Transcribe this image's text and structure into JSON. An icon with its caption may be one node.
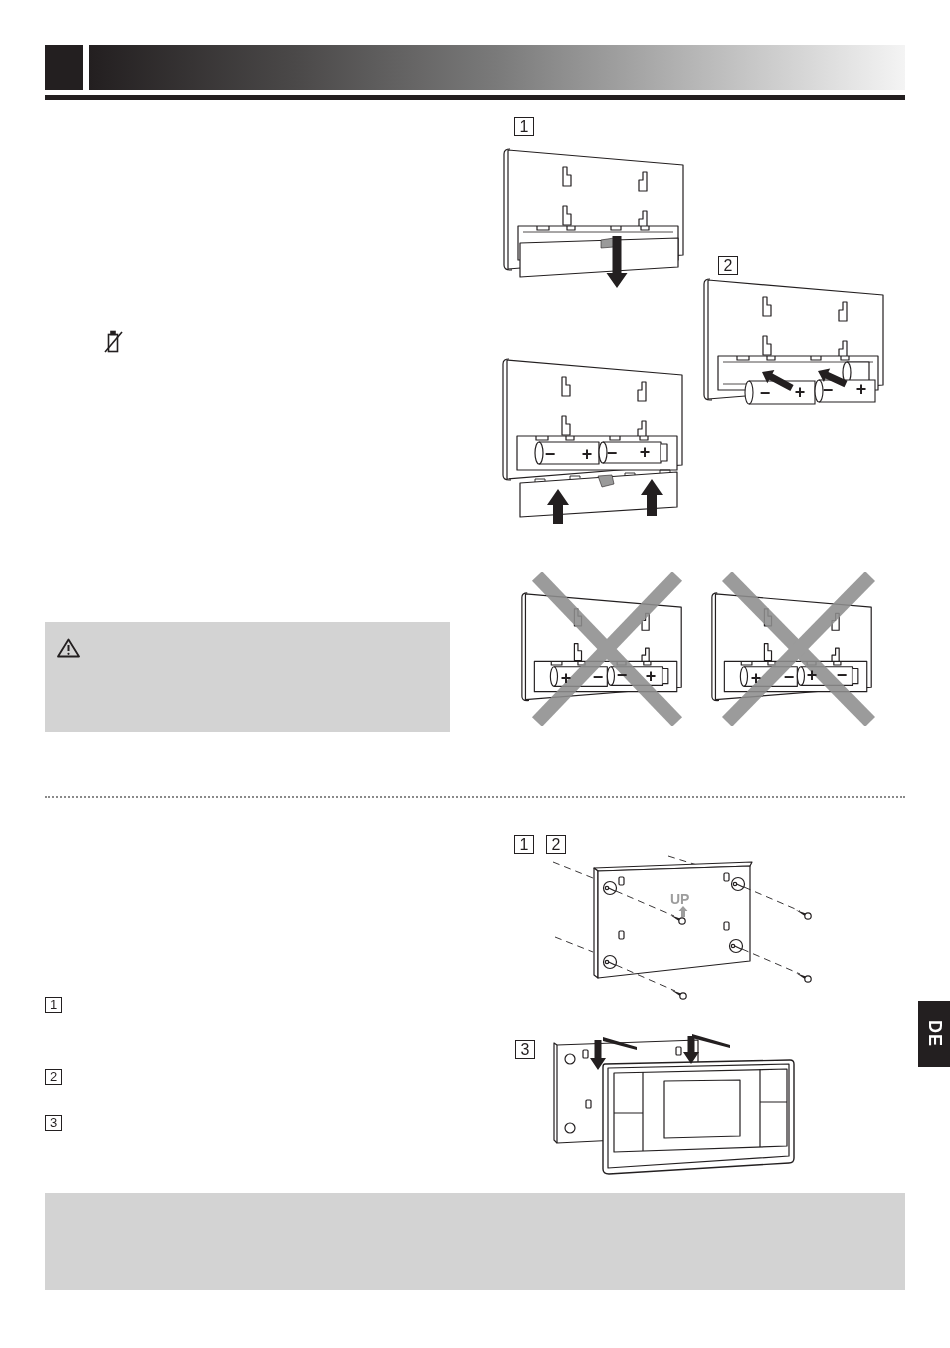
{
  "diagram": {
    "labels": [
      "1",
      "2",
      "−",
      "+",
      "−",
      "+",
      "−",
      "+",
      "−",
      "+",
      "+",
      "−",
      "−",
      "+",
      "+",
      "−",
      "+",
      "−",
      "1",
      "2",
      "3",
      "1",
      "2",
      "UP",
      "3",
      "DE"
    ]
  }
}
